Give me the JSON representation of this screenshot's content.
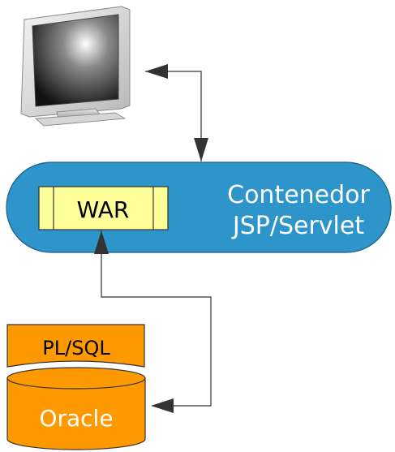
{
  "container": {
    "title_line1": "Contenedor",
    "title_line2": "JSP/Servlet",
    "color": "#2d95c9",
    "text_color": "#ffffff"
  },
  "war": {
    "label": "WAR",
    "color": "#ffff99"
  },
  "plsql": {
    "label": "PL/SQL",
    "color": "#ff9900"
  },
  "oracle": {
    "label": "Oracle",
    "color": "#ff9900",
    "text_color": "#ffffff"
  },
  "monitor": {
    "icon": "computer-monitor-icon"
  }
}
